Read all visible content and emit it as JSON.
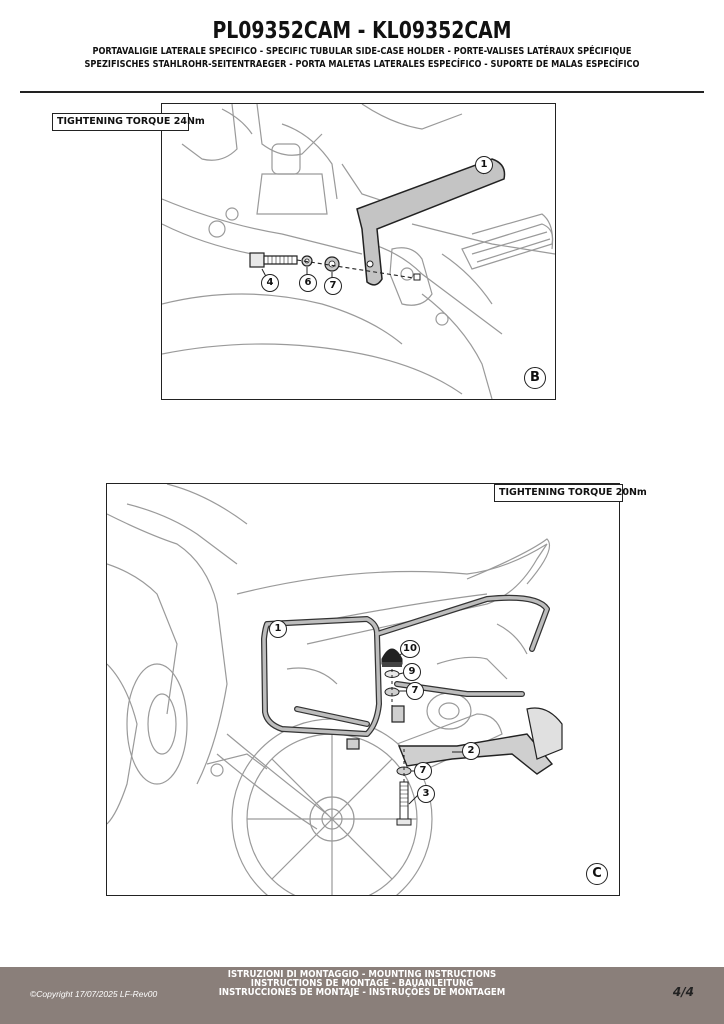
{
  "header": {
    "title": "PL09352CAM - KL09352CAM",
    "subtitle_1": "PORTAVALIGIE LATERALE SPECIFICO  -  SPECIFIC TUBULAR SIDE-CASE HOLDER  -  PORTE-VALISES LATÉRAUX SPÉCIFIQUE",
    "subtitle_2": "SPEZIFISCHES STAHLROHR-SEITENTRAEGER - PORTA MALETAS LATERALES ESPECÍFICO - SUPORTE DE MALAS ESPECÍFICO"
  },
  "figure_b": {
    "torque_label": "TIGHTENING TORQUE 24Nm",
    "letter": "B",
    "callouts": [
      "1",
      "4",
      "6",
      "7"
    ]
  },
  "figure_c": {
    "torque_label": "TIGHTENING TORQUE 20Nm",
    "letter": "C",
    "callouts": [
      "1",
      "10",
      "9",
      "7",
      "2",
      "7",
      "3"
    ]
  },
  "footer": {
    "line_1": "ISTRUZIONI DI MONTAGGIO  -  MOUNTING INSTRUCTIONS",
    "line_2": "INSTRUCTIONS DE MONTAGE - BAUANLEITUNG",
    "line_3": "INSTRUCCIONES DE MONTAJE - INSTRUÇÕES DE MONTAGEM",
    "copyright": "©Copyright 17/07/2025 LF-Rev00",
    "page": "4/4"
  },
  "colors": {
    "footer_bg": "#8a7f7a",
    "line": "#222222",
    "sketch": "#9a9a9a",
    "part_fill": "#bdbdbd"
  }
}
